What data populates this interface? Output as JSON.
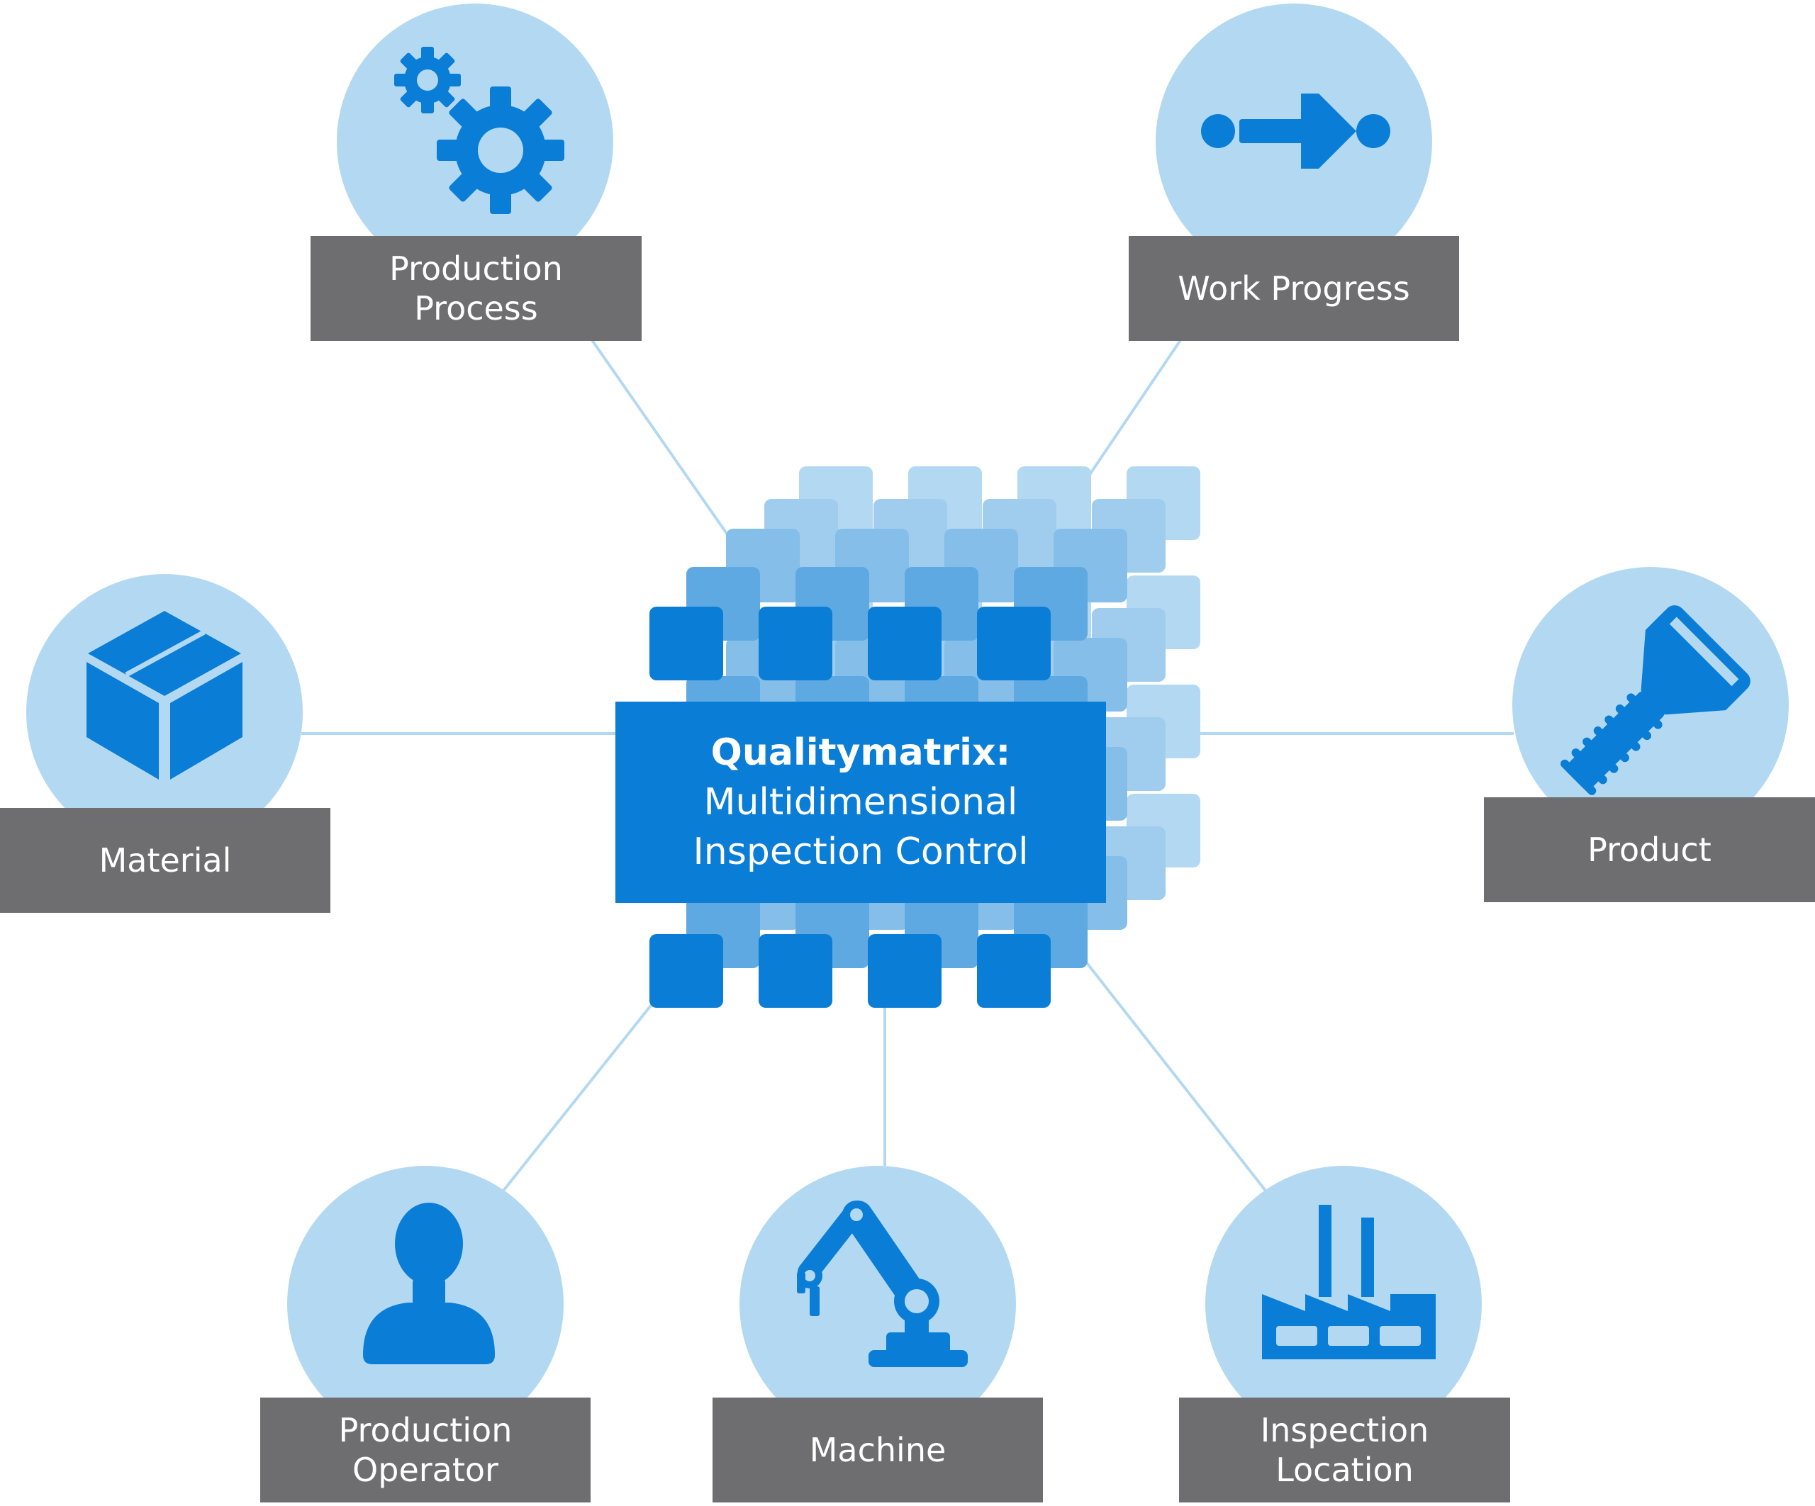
{
  "colors": {
    "circle": "#b3d9f2",
    "icon": "#0a7dd6",
    "label_bg": "#6e6e71",
    "connector": "#b3d9f2",
    "core": "#0a7dd6"
  },
  "core": {
    "title": "Qualitymatrix:",
    "line1": "Multidimensional",
    "line2": "Inspection Control"
  },
  "nodes": [
    {
      "id": "production-process",
      "label": "Production\nProcess",
      "icon": "gears-icon"
    },
    {
      "id": "work-progress",
      "label": "Work Progress",
      "icon": "progress-arrow-icon"
    },
    {
      "id": "material",
      "label": "Material",
      "icon": "box-icon"
    },
    {
      "id": "product",
      "label": "Product",
      "icon": "screw-icon"
    },
    {
      "id": "production-operator",
      "label": "Production\nOperator",
      "icon": "person-icon"
    },
    {
      "id": "machine",
      "label": "Machine",
      "icon": "robot-arm-icon"
    },
    {
      "id": "inspection-location",
      "label": "Inspection\nLocation",
      "icon": "factory-icon"
    }
  ]
}
